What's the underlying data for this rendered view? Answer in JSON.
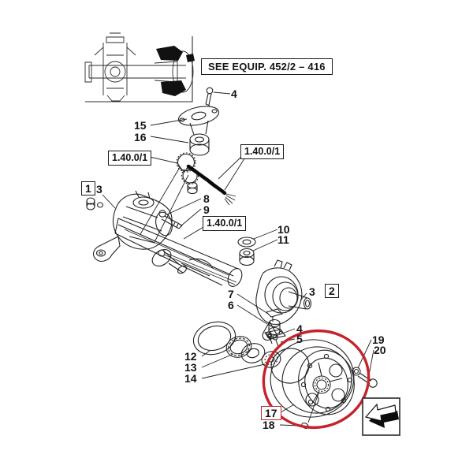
{
  "colors": {
    "line": "#222222",
    "highlight_red": "#c5232b",
    "background": "#ffffff"
  },
  "equip_reference": {
    "label": "SEE EQUIP. 452/2 – 416"
  },
  "ref_boxes": {
    "left": {
      "label": "1.40.0/1"
    },
    "upper_right": {
      "label": "1.40.0/1"
    },
    "middle": {
      "label": "1.40.0/1"
    }
  },
  "highlight": {
    "circled_part": "17",
    "color": "#c5232b"
  },
  "callouts": [
    {
      "n": "4"
    },
    {
      "n": "15"
    },
    {
      "n": "16"
    },
    {
      "n": "1"
    },
    {
      "n": "3"
    },
    {
      "n": "8"
    },
    {
      "n": "9"
    },
    {
      "n": "10"
    },
    {
      "n": "11"
    },
    {
      "n": "3"
    },
    {
      "n": "2"
    },
    {
      "n": "7"
    },
    {
      "n": "6"
    },
    {
      "n": "4"
    },
    {
      "n": "5"
    },
    {
      "n": "12"
    },
    {
      "n": "13"
    },
    {
      "n": "14"
    },
    {
      "n": "19"
    },
    {
      "n": "20"
    },
    {
      "n": "17"
    },
    {
      "n": "18"
    }
  ],
  "nav": {
    "back_icon": "page-back-arrow"
  }
}
